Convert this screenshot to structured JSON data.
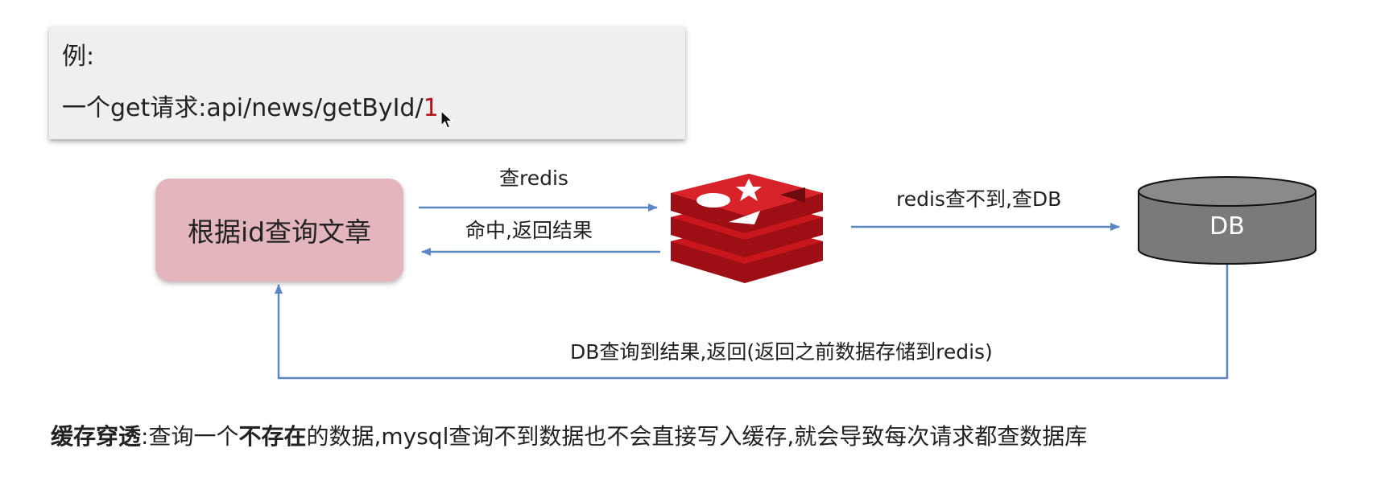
{
  "example": {
    "label": "例:",
    "request_prefix": "一个get请求:api/news/getById/",
    "request_id": "1"
  },
  "nodes": {
    "article": "根据id查询文章",
    "cache_icon": "redis-logo-icon",
    "db": "DB"
  },
  "edges": {
    "query_redis": "查redis",
    "hit_return": "命中,返回结果",
    "miss_query_db": "redis查不到,查DB",
    "db_return": "DB查询到结果,返回(返回之前数据存储到redis)"
  },
  "footnote": {
    "term": "缓存穿透",
    "p1": ":查询一个",
    "emphasis": "不存在",
    "p2": "的数据,mysql查询不到数据也不会直接写入缓存,就会导致每次请求都查数据库"
  },
  "colors": {
    "arrow": "#5b87c5",
    "article_fill": "#e3b5bd",
    "db_fill": "#7a7a7a",
    "redis_red": "#c9161d",
    "highlight": "#b3121b"
  }
}
